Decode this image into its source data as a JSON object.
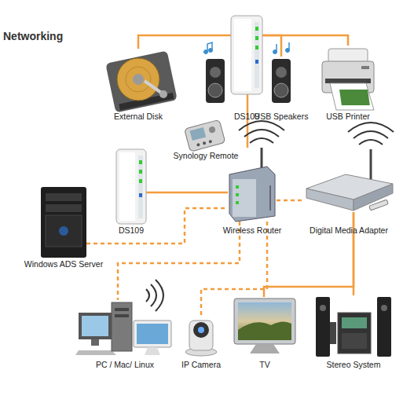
{
  "diagram": {
    "title": "Networking",
    "nodes": [
      {
        "text": [
          "External Disk"
        ]
      },
      {
        "text": [
          "DS109"
        ]
      },
      {
        "text": [
          "USB Speakers"
        ]
      },
      {
        "text": [
          "USB Printer"
        ]
      },
      {
        "text": [
          "Synology Remote"
        ]
      },
      {
        "text": [
          "DS109"
        ]
      },
      {
        "text": [
          "Wireless Router"
        ]
      },
      {
        "text": [
          "Digital Media Adapter"
        ]
      },
      {
        "text": [
          "Windows ADS Server"
        ]
      },
      {
        "text": [
          "PC / Mac/ Linux"
        ]
      },
      {
        "text": [
          "IP Camera"
        ]
      },
      {
        "text": [
          "TV"
        ]
      },
      {
        "text": [
          "Stereo System"
        ]
      }
    ],
    "edges": [
      {
        "from": 0,
        "to": 1,
        "arrow": "none"
      },
      {
        "from": 1,
        "to": 2,
        "arrow": "none"
      },
      {
        "from": 1,
        "to": 3,
        "arrow": "none"
      },
      {
        "from": 1,
        "to": 6,
        "arrow": "none"
      },
      {
        "from": 5,
        "to": 6,
        "arrow": "none"
      },
      {
        "from": 6,
        "to": 7,
        "arrow": "none"
      },
      {
        "from": 8,
        "to": 6,
        "arrow": "none"
      },
      {
        "from": 6,
        "to": 9,
        "arrow": "none"
      },
      {
        "from": 6,
        "to": 10,
        "arrow": "none"
      },
      {
        "from": 7,
        "to": 11,
        "arrow": "none"
      },
      {
        "from": 7,
        "to": 12,
        "arrow": "none"
      }
    ]
  }
}
